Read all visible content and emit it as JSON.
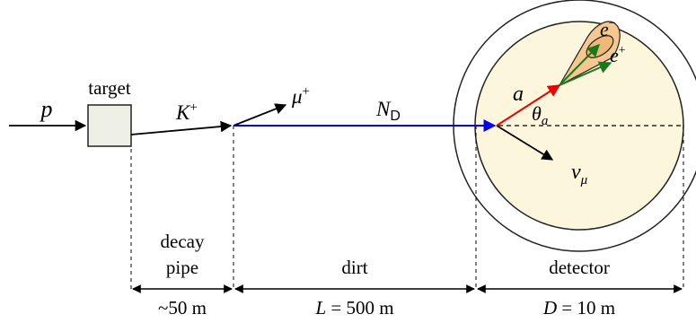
{
  "diagram": {
    "labels": {
      "beam": "p",
      "target": "target",
      "kaon": "K",
      "kaon_sup": "+",
      "muon": "μ",
      "muon_sup": "+",
      "nd_base": "N",
      "nd_sub": "D",
      "alp": "a",
      "theta": "θ",
      "theta_sub": "a",
      "electron": "e",
      "electron_sup": "−",
      "positron": "e",
      "positron_sup": "+",
      "neutrino": "ν",
      "neutrino_sub": "μ"
    },
    "regions": {
      "decay_pipe_line1": "decay",
      "decay_pipe_line2": "pipe",
      "dirt": "dirt",
      "detector": "detector"
    },
    "dimensions": {
      "pipe_length": "~50 m",
      "dirt_lhs": "L",
      "dirt_rhs": " = 500 m",
      "det_lhs": "D",
      "det_rhs": " = 10 m"
    },
    "colors": {
      "nd_line": "#0000ee",
      "alp_line": "#ee0000",
      "lepton_lines": "#1a7a1a",
      "detector_fill": "#fbf6dc",
      "cone_fill": "#f5c890",
      "target_fill": "#eef0e6"
    }
  }
}
